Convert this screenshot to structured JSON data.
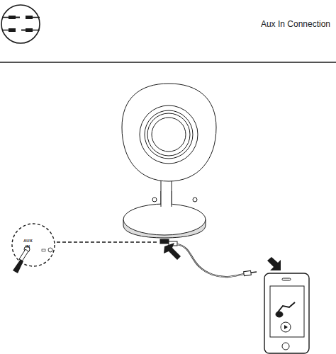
{
  "diagram": {
    "title": "Aux In Connection",
    "labels": [
      "AUX",
      "IN"
    ]
  }
}
